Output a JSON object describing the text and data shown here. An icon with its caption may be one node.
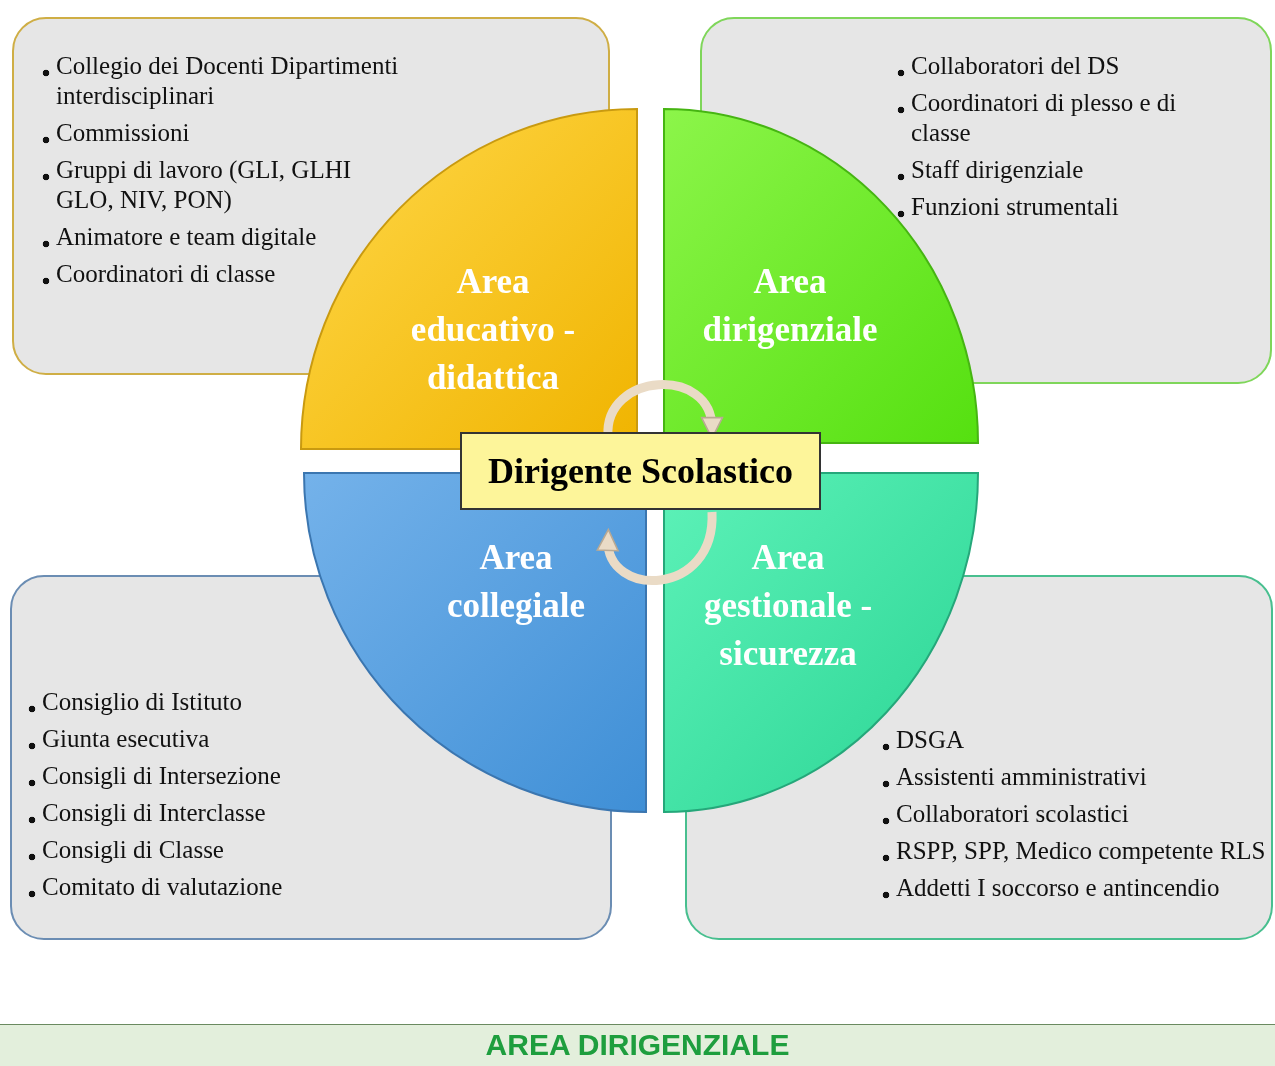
{
  "diagram": {
    "caption": "AREA DIRIGENZIALE",
    "nodes": [
      {
        "text": [
          "Collegio dei Docenti Dipartimenti interdisciplinari",
          "Commissioni",
          "Gruppi di lavoro (GLI, GLHI GLO, NIV, PON)",
          "Animatore e team digitale",
          "Coordinatori di classe"
        ]
      },
      {
        "text": [
          "Collaboratori del DS",
          "Coordinatori di plesso e di classe",
          "Staff dirigenziale",
          "Funzioni strumentali"
        ]
      },
      {
        "text": [
          "Area educativo - didattica"
        ]
      },
      {
        "text": [
          "Area dirigenziale"
        ]
      },
      {
        "text": [
          "Dirigente Scolastico"
        ]
      },
      {
        "text": [
          "Area collegiale"
        ]
      },
      {
        "text": [
          "Area gestionale - sicurezza"
        ]
      },
      {
        "text": [
          "Consiglio di Istituto",
          "Giunta esecutiva",
          "Consigli di Intersezione",
          "Consigli di Interclasse",
          "Consigli di Classe",
          "Comitato di valutazione"
        ]
      },
      {
        "text": [
          "DSGA",
          "Assistenti amministrativi",
          "Collaboratori scolastici",
          "RSPP, SPP, Medico competente RLS",
          "Addetti I soccorso e antincendio"
        ]
      }
    ],
    "edges": [
      {
        "from": 2,
        "to": 3,
        "arrow": "to"
      },
      {
        "from": 6,
        "to": 5,
        "arrow": "to"
      }
    ]
  }
}
